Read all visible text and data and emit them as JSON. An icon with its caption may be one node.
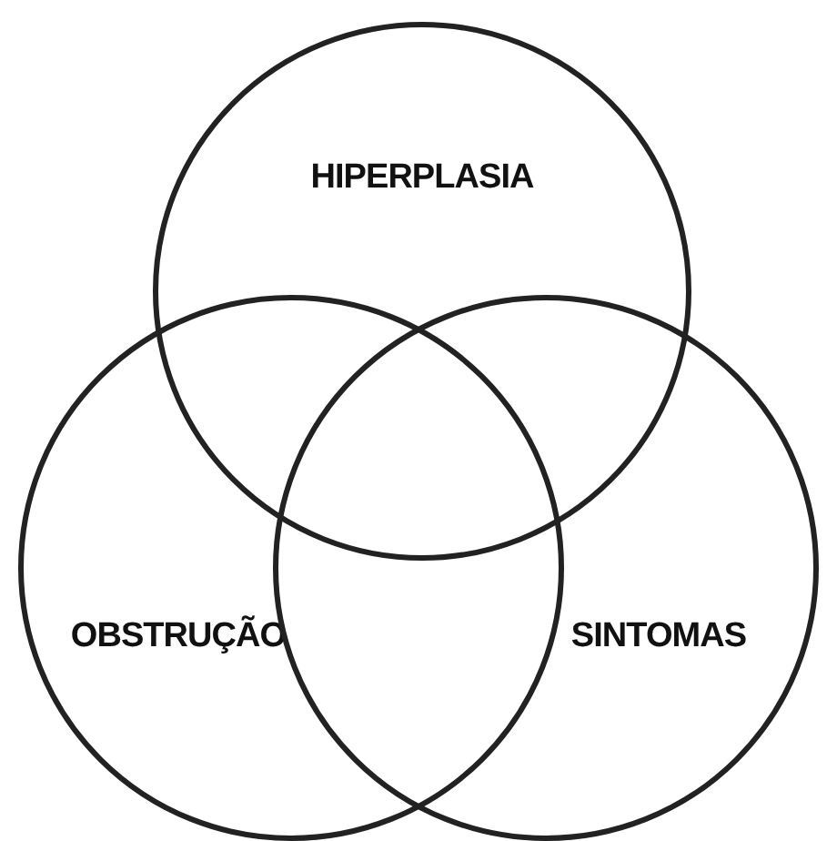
{
  "diagram": {
    "nodes": [
      {
        "text": [
          "HIPERPLASIA"
        ]
      },
      {
        "text": [
          "OBSTRUÇÃO"
        ]
      },
      {
        "text": [
          "SINTOMAS"
        ]
      }
    ]
  }
}
